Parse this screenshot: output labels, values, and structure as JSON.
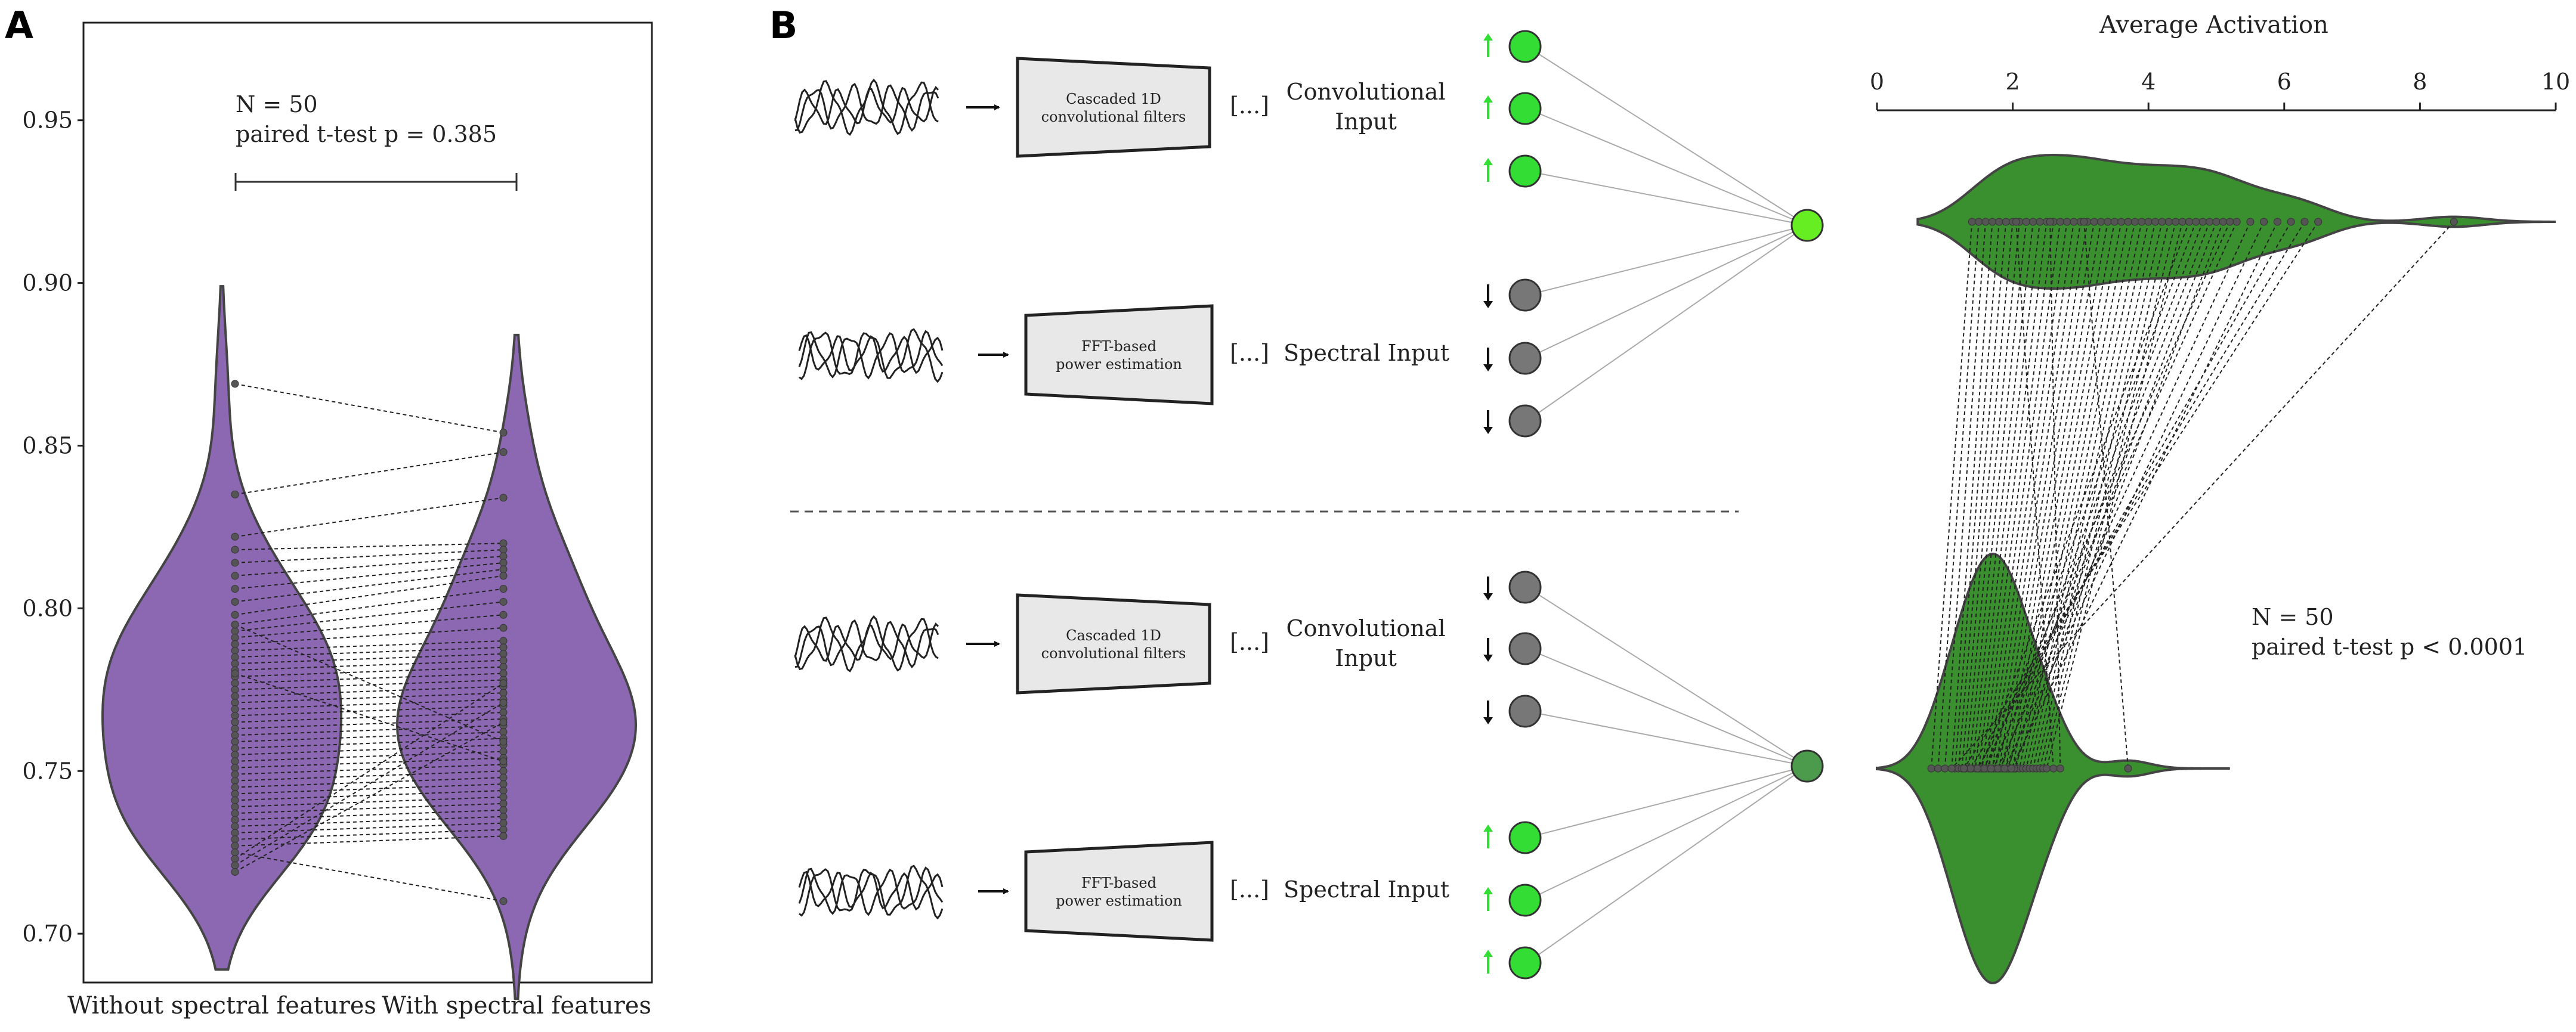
{
  "panels": {
    "a_letter": "A",
    "b_letter": "B"
  },
  "colors": {
    "violin_a": "#8c68b3",
    "violin_b": "#3a8f2e",
    "green_node": "#33dd33",
    "grey_node": "#777777",
    "output_high": "#66ee22",
    "output_low": "#4c9a4c",
    "arrow_green": "#33dd33"
  },
  "chart_data": [
    {
      "type": "violin",
      "panel": "A",
      "categories": [
        "Without spectral features",
        "With spectral features"
      ],
      "y_ticks": [
        "0.70",
        "0.75",
        "0.80",
        "0.85",
        "0.90",
        "0.95"
      ],
      "ylim": [
        0.685,
        0.98
      ],
      "annotation": {
        "n": "N = 50",
        "test": "paired t-test p = 0.385"
      },
      "series": [
        {
          "values": [
            0.869,
            0.835,
            0.822,
            0.818,
            0.814,
            0.81,
            0.806,
            0.802,
            0.798,
            0.795,
            0.793,
            0.791,
            0.789,
            0.787,
            0.785,
            0.783,
            0.781,
            0.779,
            0.777,
            0.775,
            0.773,
            0.771,
            0.769,
            0.767,
            0.765,
            0.763,
            0.761,
            0.759,
            0.757,
            0.755,
            0.753,
            0.751,
            0.749,
            0.747,
            0.745,
            0.743,
            0.741,
            0.739,
            0.737,
            0.735,
            0.733,
            0.731,
            0.729,
            0.727,
            0.725,
            0.723,
            0.721,
            0.719,
            0.795,
            0.78
          ]
        },
        {
          "values": [
            0.854,
            0.848,
            0.834,
            0.82,
            0.818,
            0.816,
            0.814,
            0.812,
            0.81,
            0.806,
            0.802,
            0.798,
            0.794,
            0.79,
            0.788,
            0.786,
            0.784,
            0.782,
            0.78,
            0.778,
            0.776,
            0.774,
            0.772,
            0.77,
            0.768,
            0.766,
            0.764,
            0.762,
            0.76,
            0.758,
            0.756,
            0.754,
            0.752,
            0.75,
            0.748,
            0.746,
            0.744,
            0.742,
            0.74,
            0.738,
            0.736,
            0.734,
            0.732,
            0.73,
            0.71,
            0.777,
            0.771,
            0.765,
            0.759,
            0.753
          ]
        }
      ]
    },
    {
      "type": "violin",
      "panel": "B",
      "title": "Average Activation",
      "x_ticks": [
        "0",
        "2",
        "4",
        "6",
        "8",
        "10"
      ],
      "xlim": [
        0,
        10
      ],
      "annotation": {
        "n": "N = 50",
        "test": "paired t-test p < 0.0001"
      },
      "series": [
        {
          "values": [
            1.4,
            1.5,
            1.6,
            1.7,
            1.8,
            1.9,
            2.0,
            2.1,
            2.2,
            2.3,
            2.4,
            2.5,
            2.6,
            2.7,
            2.8,
            2.9,
            3.0,
            3.1,
            3.2,
            3.3,
            3.4,
            3.5,
            3.6,
            3.7,
            3.8,
            3.9,
            4.0,
            4.1,
            4.2,
            4.3,
            4.4,
            4.5,
            4.6,
            4.7,
            4.8,
            4.9,
            5.0,
            5.1,
            5.2,
            5.3,
            5.5,
            5.7,
            5.9,
            6.1,
            6.3,
            6.5,
            2.05,
            2.55,
            3.05,
            8.5
          ]
        },
        {
          "values": [
            0.8,
            0.9,
            1.0,
            1.1,
            1.15,
            1.2,
            1.25,
            1.3,
            1.35,
            1.4,
            1.45,
            1.5,
            1.55,
            1.6,
            1.65,
            1.7,
            1.75,
            1.8,
            1.85,
            1.9,
            1.95,
            2.0,
            2.05,
            2.1,
            2.15,
            2.2,
            2.25,
            2.3,
            2.35,
            2.4,
            2.45,
            2.5,
            1.52,
            1.62,
            1.72,
            1.82,
            1.92,
            2.02,
            1.58,
            1.68,
            1.78,
            1.88,
            1.98,
            1.48,
            1.38,
            1.28,
            2.6,
            2.7,
            3.7,
            1.1
          ]
        }
      ]
    }
  ],
  "diagram": {
    "top": {
      "conv_box": [
        "Cascaded 1D",
        "convolutional filters"
      ],
      "conv_label": [
        "Convolutional",
        "Input"
      ],
      "spec_box": [
        "FFT-based",
        "power estimation"
      ],
      "spec_label": "Spectral Input",
      "ellipsis": "[...]"
    },
    "bottom": {
      "conv_box": [
        "Cascaded 1D",
        "convolutional filters"
      ],
      "conv_label": [
        "Convolutional",
        "Input"
      ],
      "spec_box": [
        "FFT-based",
        "power estimation"
      ],
      "spec_label": "Spectral Input",
      "ellipsis": "[...]"
    }
  }
}
